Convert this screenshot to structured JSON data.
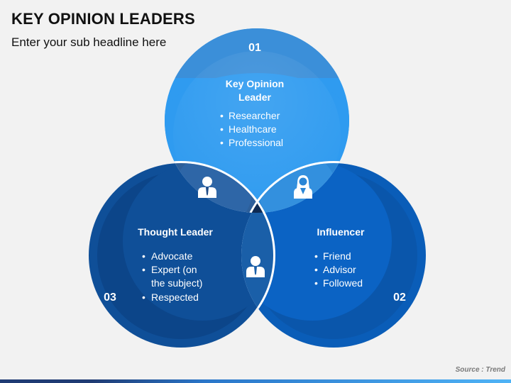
{
  "header": {
    "title": "KEY OPINION LEADERS",
    "subtitle": "Enter your sub headline here"
  },
  "circles": [
    {
      "number": "01",
      "heading": [
        "Key Opinion",
        "Leader"
      ],
      "items": [
        "Researcher",
        "Healthcare",
        "Professional"
      ],
      "color": "#2f9bf0"
    },
    {
      "number": "02",
      "heading": [
        "Influencer"
      ],
      "items": [
        "Friend",
        "Advisor",
        "Followed"
      ],
      "color": "#0b63c4"
    },
    {
      "number": "03",
      "heading": [
        "Thought Leader"
      ],
      "items": [
        "Advocate",
        "Expert (on",
        "the subject)",
        "Respected"
      ],
      "bullet_starts": [
        true,
        true,
        false,
        true
      ],
      "color": "#0f4f98"
    }
  ],
  "intersection_icons": [
    "businessman-icon",
    "businesswoman-icon",
    "businessman-icon"
  ],
  "footer": {
    "source": "Source : Trend"
  }
}
